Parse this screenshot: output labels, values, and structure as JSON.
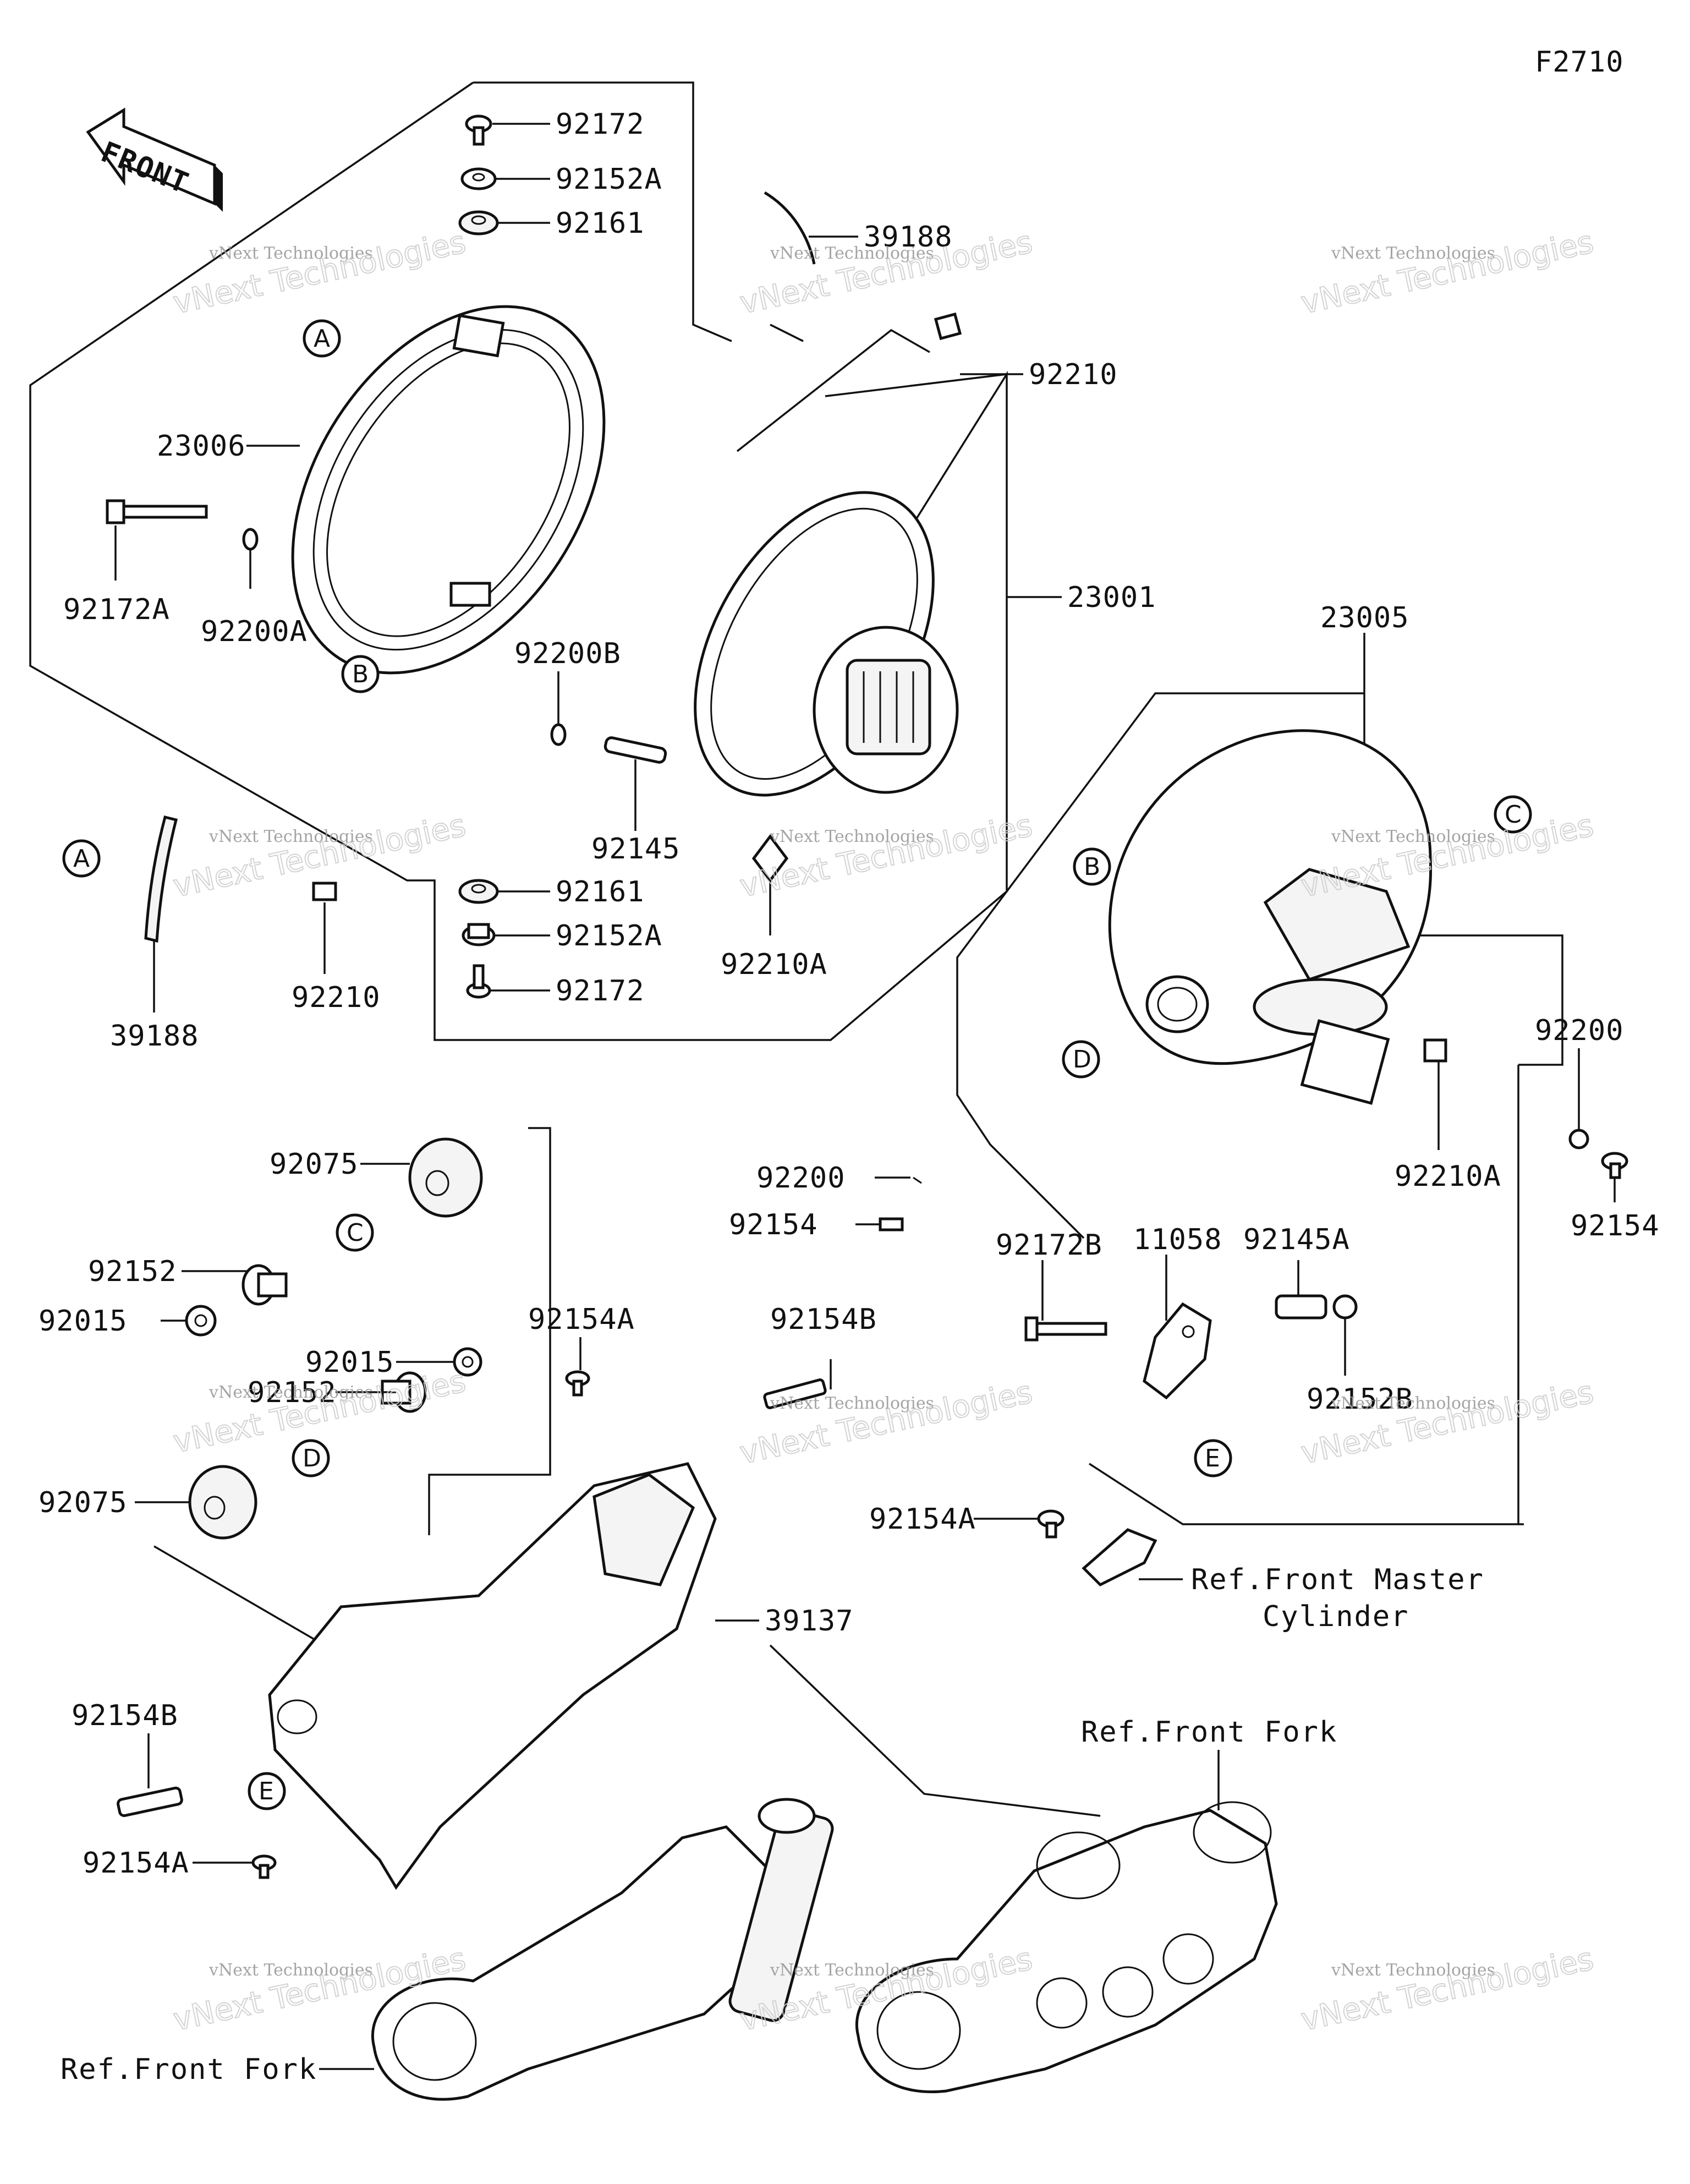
{
  "figure_code": "F2710",
  "front_arrow_label": "FRONT",
  "watermark": {
    "line1": "vNext Technologies",
    "line2": "vNext Technologies"
  },
  "part_labels": [
    "92172",
    "92152A",
    "92161",
    "39188",
    "92210",
    "23006",
    "92172A",
    "92200A",
    "23001",
    "92200B",
    "92145",
    "92161",
    "92152A",
    "92172",
    "92210A",
    "92210",
    "39188",
    "23005",
    "92200",
    "92210A",
    "92154",
    "92200",
    "92154",
    "92172B",
    "11058",
    "92145A",
    "92152B",
    "92075",
    "92152",
    "92015",
    "92154A",
    "92154B",
    "92015",
    "92152",
    "92075",
    "39137",
    "92154A",
    "92154B",
    "92154A"
  ],
  "callouts": [
    "A",
    "B",
    "A",
    "C",
    "B",
    "D",
    "C",
    "D",
    "E",
    "E"
  ],
  "references": {
    "master_cylinder_line1": "Ref.Front Master",
    "master_cylinder_line2": "Cylinder",
    "front_fork_right": "Ref.Front Fork",
    "front_fork_left": "Ref.Front Fork"
  }
}
